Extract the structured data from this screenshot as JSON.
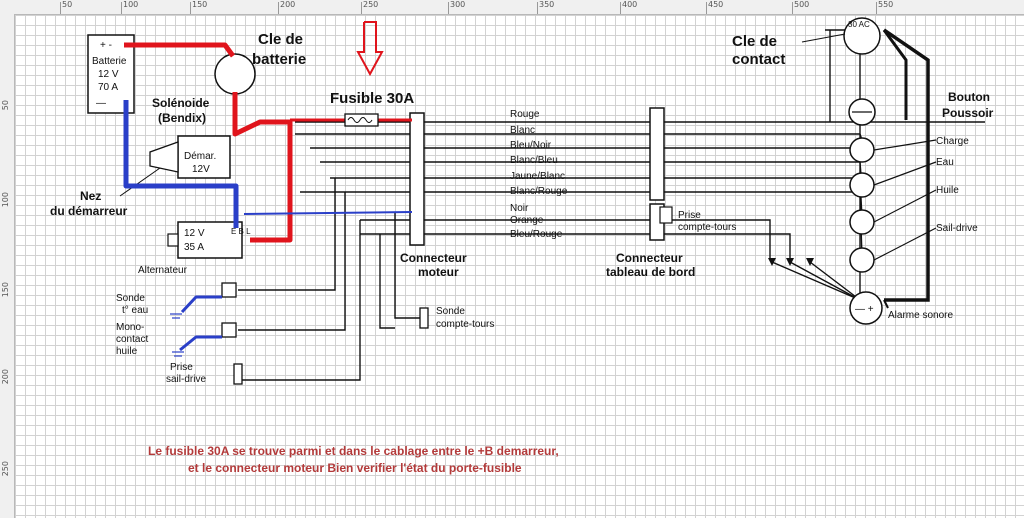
{
  "ruler": {
    "top_ticks": [
      "50",
      "100",
      "150",
      "200",
      "250",
      "300",
      "350",
      "400",
      "450",
      "500",
      "550"
    ],
    "left_ticks": [
      "50",
      "100",
      "150",
      "200",
      "250"
    ]
  },
  "labels": {
    "battery_plus": "+ -",
    "battery_name": "Batterie",
    "battery_volt": "12 V",
    "battery_amp": "70 A",
    "battery_minus": "—",
    "battery_key_1": "Cle de",
    "battery_key_2": "batterie",
    "fuse": "Fusible 30A",
    "solenoid_1": "Solénoide",
    "solenoid_2": "(Bendix)",
    "starter_1": "Démar.",
    "starter_2": "12V",
    "starter_nose_1": "Nez",
    "starter_nose_2": "du démarreur",
    "alt_volt": "12 V",
    "alt_amp": "35 A",
    "alt_terms": "E B L",
    "alternator": "Alternateur",
    "sensor_temp_1": "Sonde",
    "sensor_temp_2": "t° eau",
    "sensor_oil_1": "Mono-",
    "sensor_oil_2": "contact",
    "sensor_oil_3": "huile",
    "saildrive_plug_1": "Prise",
    "saildrive_plug_2": "sail-drive",
    "engine_connector_1": "Connecteur",
    "engine_connector_2": "moteur",
    "tacho_sensor_1": "Sonde",
    "tacho_sensor_2": "compte-tours",
    "tacho_plug_1": "Prise",
    "tacho_plug_2": "compte-tours",
    "panel_connector_1": "Connecteur",
    "panel_connector_2": "tableau de bord",
    "ignition_1": "Cle de",
    "ignition_2": "contact",
    "ignition_terms": "30 AC",
    "push_button_1": "Bouton",
    "push_button_2": "Poussoir",
    "ind_charge": "Charge",
    "ind_water": "Eau",
    "ind_oil": "Huile",
    "ind_saildrive": "Sail-drive",
    "alarm": "Alarme sonore",
    "alarm_terms": "— +"
  },
  "wires": [
    "Rouge",
    "Blanc",
    "Bleu/Noir",
    "Blanc/Bleu",
    "Jaune/Blanc",
    "Blanc/Rouge",
    "Noir",
    "Orange",
    "Bleu/Rouge"
  ],
  "note": {
    "line1": "Le fusible 30A se trouve parmi et dans le cablage entre le +B demarreur,",
    "line2": "et le connecteur moteur   Bien verifier l'état du porte-fusible"
  },
  "colors": {
    "red_wire": "#e0141c",
    "blue_wire": "#2a3fc8",
    "black_wire": "#111111",
    "note_text": "#b33a3a",
    "arrow": "#e0141c",
    "grid": "#d2d2d2"
  }
}
